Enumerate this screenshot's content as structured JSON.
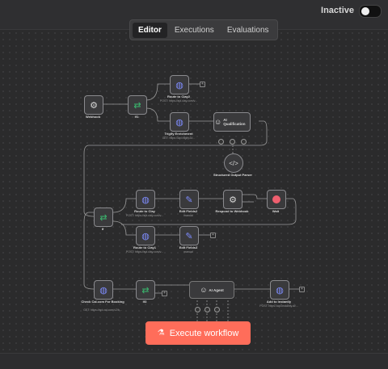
{
  "header": {
    "status_label": "Inactive",
    "active": false
  },
  "tabs": [
    {
      "label": "Editor",
      "active": true
    },
    {
      "label": "Executions",
      "active": false
    },
    {
      "label": "Evaluations",
      "active": false
    }
  ],
  "nodes": {
    "webhook": {
      "label": "Webhook"
    },
    "if1": {
      "label": "If1"
    },
    "route_clay2": {
      "label": "Route to Clay2",
      "sub": "POST: https://api.clay.com/v..."
    },
    "trigify": {
      "label": "Trigify Enrichment",
      "sub": "GET: https://api.trigify.io/..."
    },
    "ai_qualification": {
      "label": "AI Qualification"
    },
    "structured_parser": {
      "label": "Structured Output Parser"
    },
    "if": {
      "label": "If"
    },
    "route_clay": {
      "label": "Route to Clay",
      "sub": "POST: https://api.clay.com/v..."
    },
    "edit_fields2": {
      "label": "Edit Fields2",
      "sub": "manual"
    },
    "respond_webhook": {
      "label": "Respond to Webhook"
    },
    "wait": {
      "label": "Wait"
    },
    "route_clay1": {
      "label": "Route to Clay1",
      "sub": "POST: https://api.clay.com/v..."
    },
    "edit_fields3": {
      "label": "Edit Fields3",
      "sub": "manual"
    },
    "check_cal": {
      "label": "Check Cal.com For Booking",
      "sub": "GET: https://api.cal.com/v2/b..."
    },
    "if3": {
      "label": "If3"
    },
    "ai_agent": {
      "label": "AI Agent"
    },
    "instantly": {
      "label": "Add to Instantly",
      "sub": "POST: https://api.instantly.ai/..."
    }
  },
  "execute": {
    "label": "Execute workflow"
  },
  "icons": {
    "webhook": "webhook-icon",
    "http": "globe-icon",
    "if": "if-branch-icon",
    "edit": "pencil-icon",
    "wait": "pause-icon",
    "agent": "robot-icon",
    "code": "code-icon",
    "execute": "flask-icon"
  },
  "colors": {
    "accent": "#ff6d5a",
    "http": "#7f8dff",
    "if": "#3aba6f",
    "wait": "#ef5f6f"
  }
}
